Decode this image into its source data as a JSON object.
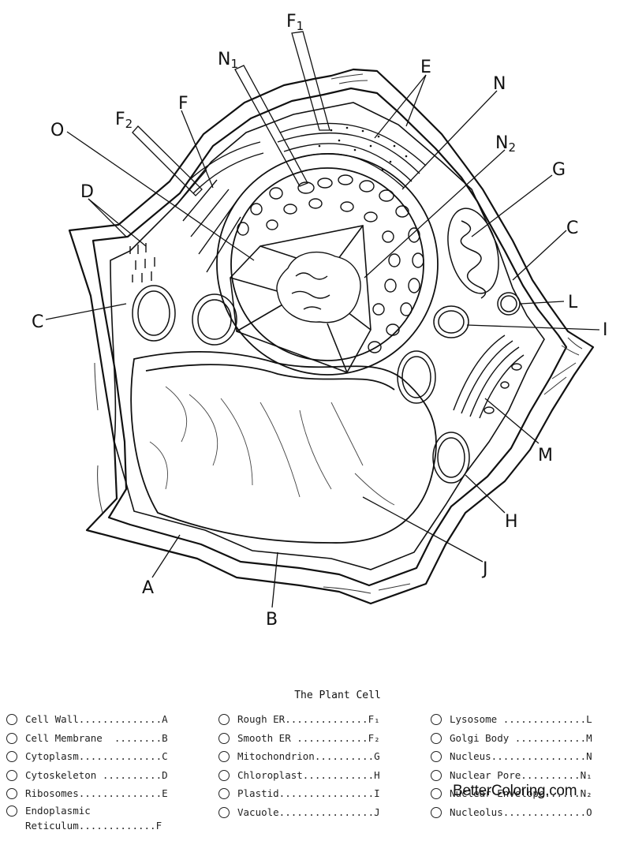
{
  "diagram": {
    "labels": {
      "f1": "F",
      "f1_sub": "1",
      "n1": "N",
      "n1_sub": "1",
      "e": "E",
      "n": "N",
      "n2": "N",
      "n2_sub": "2",
      "f2": "F",
      "f2_sub": "2",
      "f": "F",
      "o": "O",
      "g": "G",
      "d": "D",
      "c_right": "C",
      "l": "L",
      "c_left": "C",
      "i": "I",
      "m": "M",
      "h": "H",
      "j": "J",
      "a": "A",
      "b": "B"
    }
  },
  "legend": {
    "title": "The Plant Cell",
    "col1": [
      {
        "text": "Cell Wall..............A"
      },
      {
        "text": "Cell Membrane  ........B"
      },
      {
        "text": "Cytoplasm..............C"
      },
      {
        "text": "Cytoskeleton ..........D"
      },
      {
        "text": "Ribosomes..............E"
      },
      {
        "text": "Endoplasmic\nReticulum.............F"
      }
    ],
    "col2": [
      {
        "text": "Rough ER..............F₁"
      },
      {
        "text": "Smooth ER ............F₂"
      },
      {
        "text": "Mitochondrion..........G"
      },
      {
        "text": "Chloroplast............H"
      },
      {
        "text": "Plastid................I"
      },
      {
        "text": "Vacuole................J"
      }
    ],
    "col3": [
      {
        "text": "Lysosome ..............L"
      },
      {
        "text": "Golgi Body ............M"
      },
      {
        "text": "Nucleus................N"
      },
      {
        "text": "Nuclear Pore..........N₁"
      },
      {
        "text": "Nuclear Envelope......N₂"
      },
      {
        "text": "Nucleolus..............O"
      }
    ]
  },
  "watermark": "BetterColoring.com"
}
